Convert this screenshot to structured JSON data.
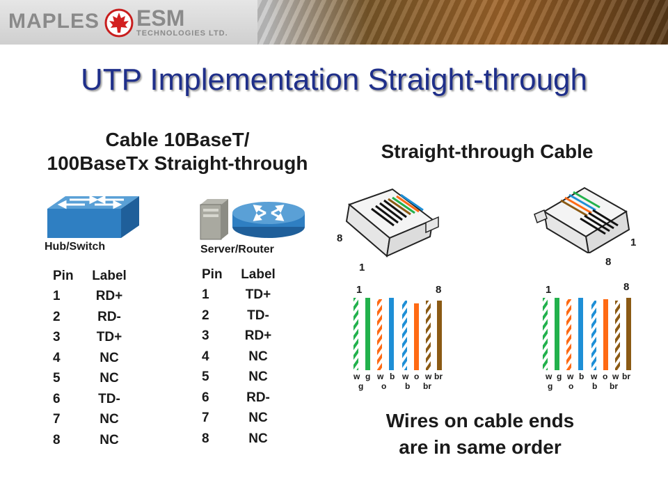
{
  "logo": {
    "maples": "MAPLES",
    "esm": "ESM",
    "tech": "TECHNOLOGIES LTD."
  },
  "title": "UTP Implementation Straight-through",
  "left_heading": [
    "Cable 10BaseT/",
    "100BaseTx Straight-through"
  ],
  "right_heading": "Straight-through Cable",
  "devices": {
    "hub": "Hub/Switch",
    "server": "Server/Router"
  },
  "hub_table": {
    "headers": [
      "Pin",
      "Label"
    ],
    "rows": [
      [
        "1",
        "RD+"
      ],
      [
        "2",
        "RD-"
      ],
      [
        "3",
        "TD+"
      ],
      [
        "4",
        "NC"
      ],
      [
        "5",
        "NC"
      ],
      [
        "6",
        "TD-"
      ],
      [
        "7",
        "NC"
      ],
      [
        "8",
        "NC"
      ]
    ]
  },
  "server_table": {
    "headers": [
      "Pin",
      "Label"
    ],
    "rows": [
      [
        "1",
        "TD+"
      ],
      [
        "2",
        "TD-"
      ],
      [
        "3",
        "RD+"
      ],
      [
        "4",
        "NC"
      ],
      [
        "5",
        "NC"
      ],
      [
        "6",
        "RD-"
      ],
      [
        "7",
        "NC"
      ],
      [
        "8",
        "NC"
      ]
    ]
  },
  "connector_pins": {
    "left_a": "8",
    "left_b": "1",
    "right_a": "1",
    "right_b": "8"
  },
  "wire_ends": {
    "first": "1",
    "last": "8"
  },
  "wire_top_labels": [
    "w",
    "g",
    "w",
    "b",
    "w",
    "o",
    "w",
    "br"
  ],
  "wire_bottom_labels": [
    "g",
    "o",
    "b",
    "br"
  ],
  "colors": {
    "green": "#22b14c",
    "orange": "#ff6a13",
    "blue": "#1e8fd6",
    "brown": "#8b5a14",
    "title": "#1f2f8a"
  },
  "note": [
    "Wires on cable ends",
    "are in same order"
  ]
}
